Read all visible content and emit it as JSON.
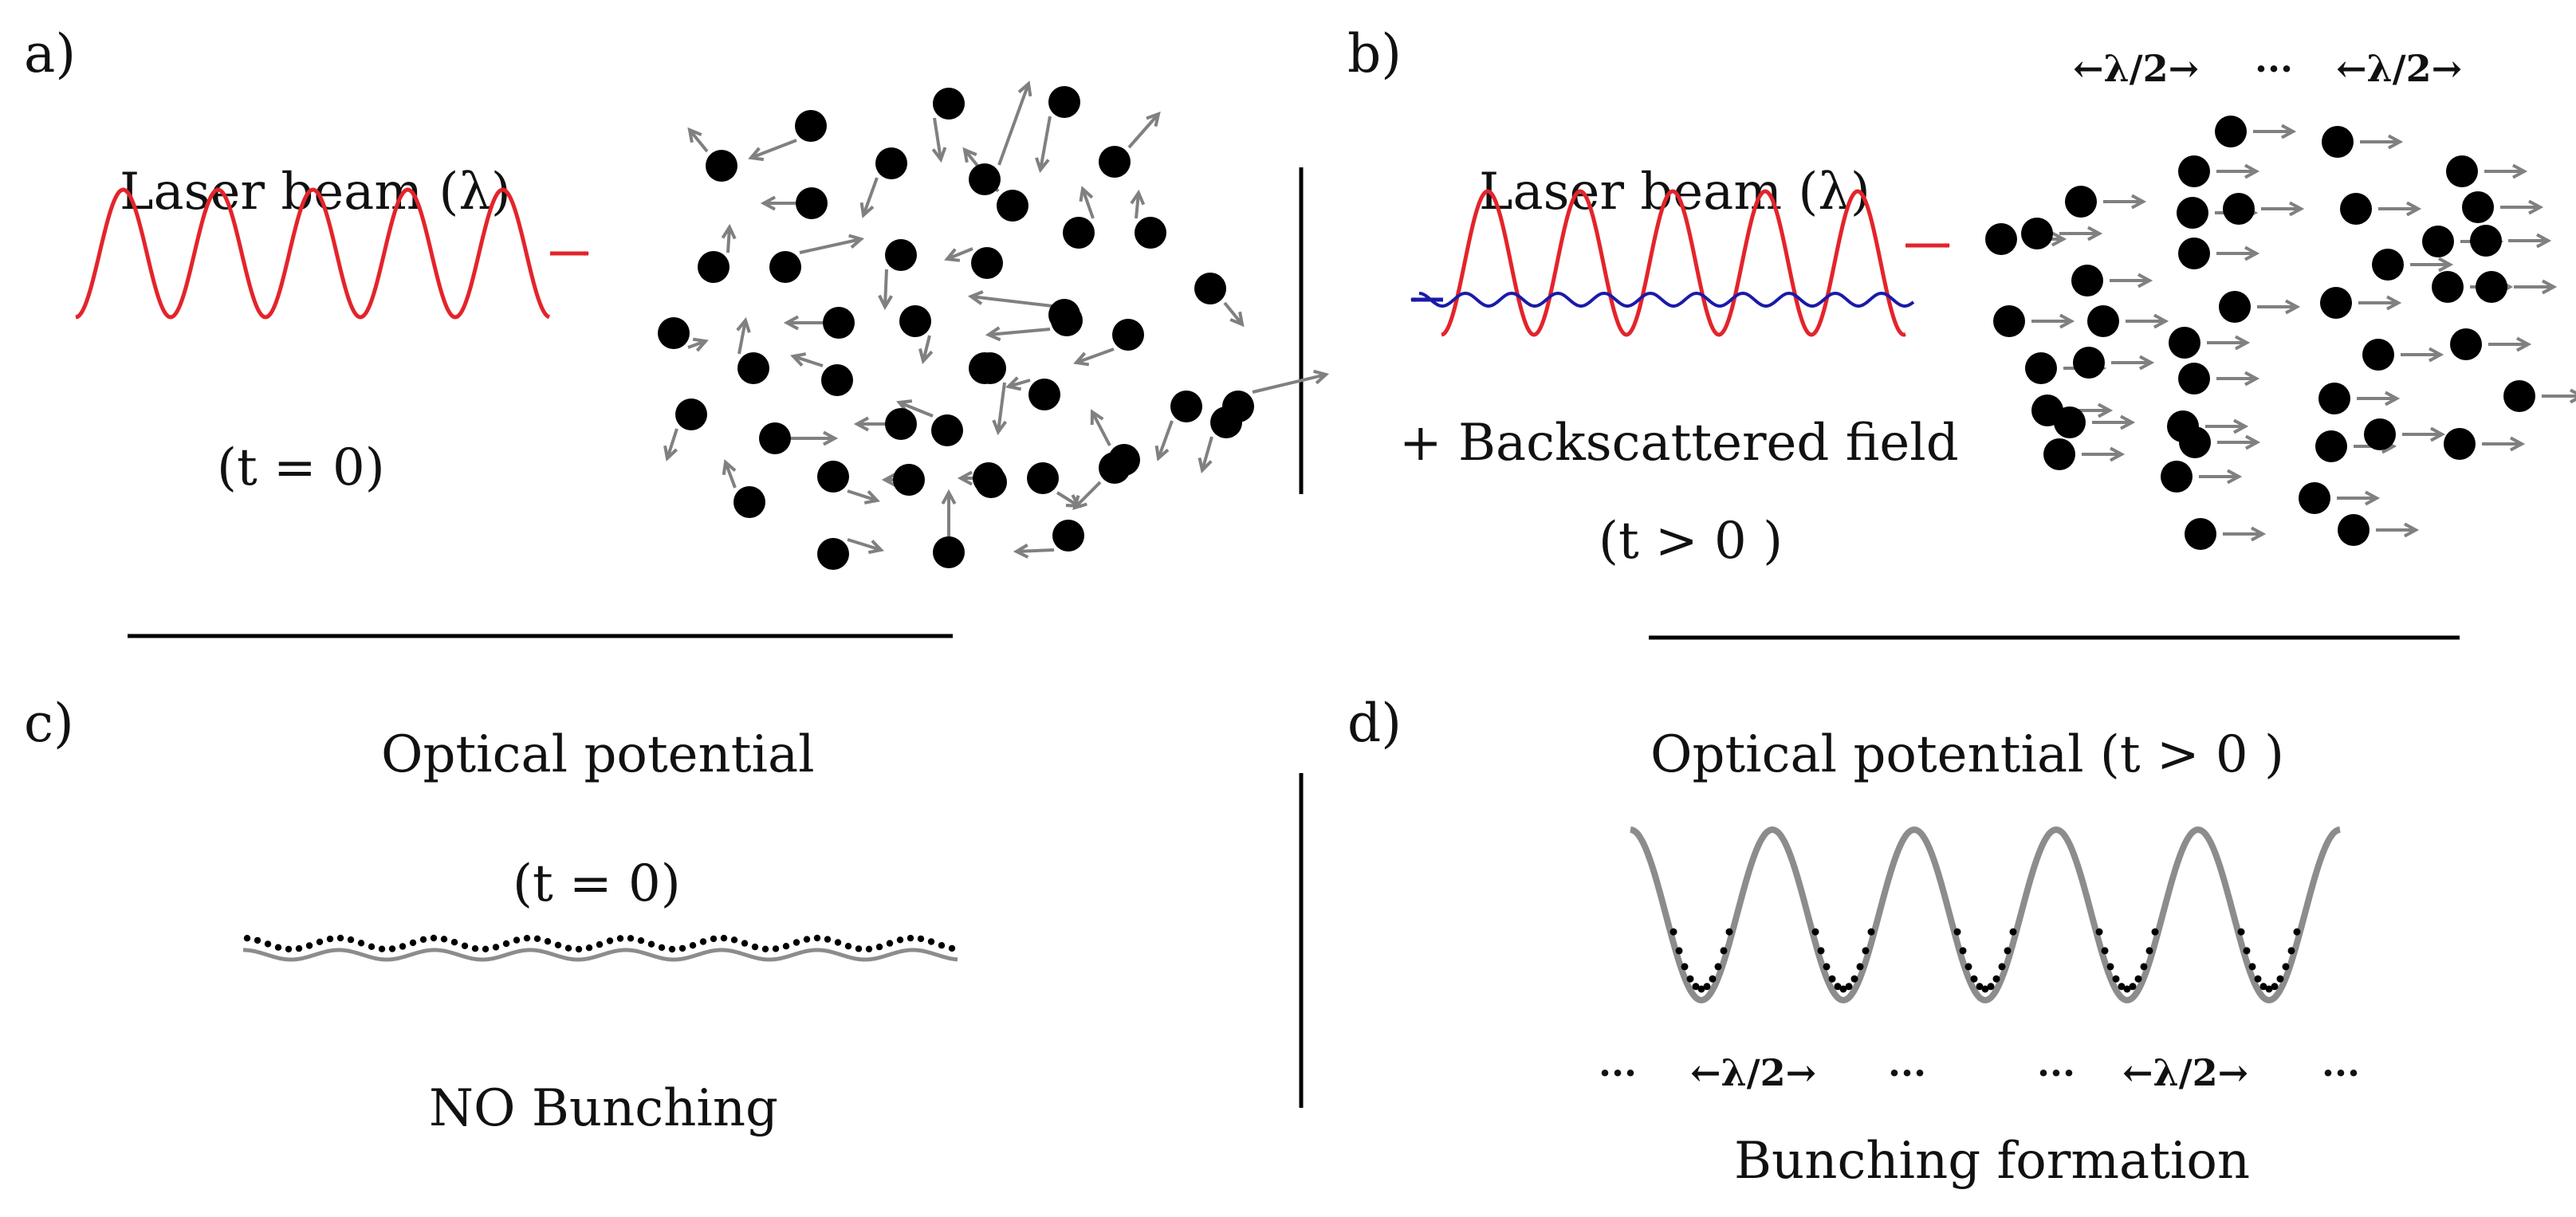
{
  "panels": {
    "a": {
      "label": "a)",
      "beam_label": "Laser beam (λ)",
      "time_label": "(t = 0)"
    },
    "b": {
      "label": "b)",
      "beam_label": "Laser beam (λ)",
      "backscatter_label": "+ Backscattered field",
      "time_label": "(t > 0 )",
      "spacing_left": "←λ/2→",
      "ellipsis": "···",
      "spacing_right": "←λ/2→"
    },
    "c": {
      "label": "c)",
      "title": "Optical potential",
      "time_label": "(t = 0)",
      "caption": "NO Bunching"
    },
    "d": {
      "label": "d)",
      "title": "Optical potential (t > 0 )",
      "dots_1": "···",
      "spacing_left": "←λ/2→",
      "dots_2": "···",
      "dots_3": "···",
      "spacing_right": "←λ/2→",
      "dots_4": "···",
      "caption": "Bunching formation"
    }
  },
  "colors": {
    "laser": "#e3242b",
    "backscatter": "#1a1aa8",
    "atom": "#000000",
    "velocity_arrow": "#808080",
    "potential": "#8c8c8c",
    "divider": "#000000"
  }
}
